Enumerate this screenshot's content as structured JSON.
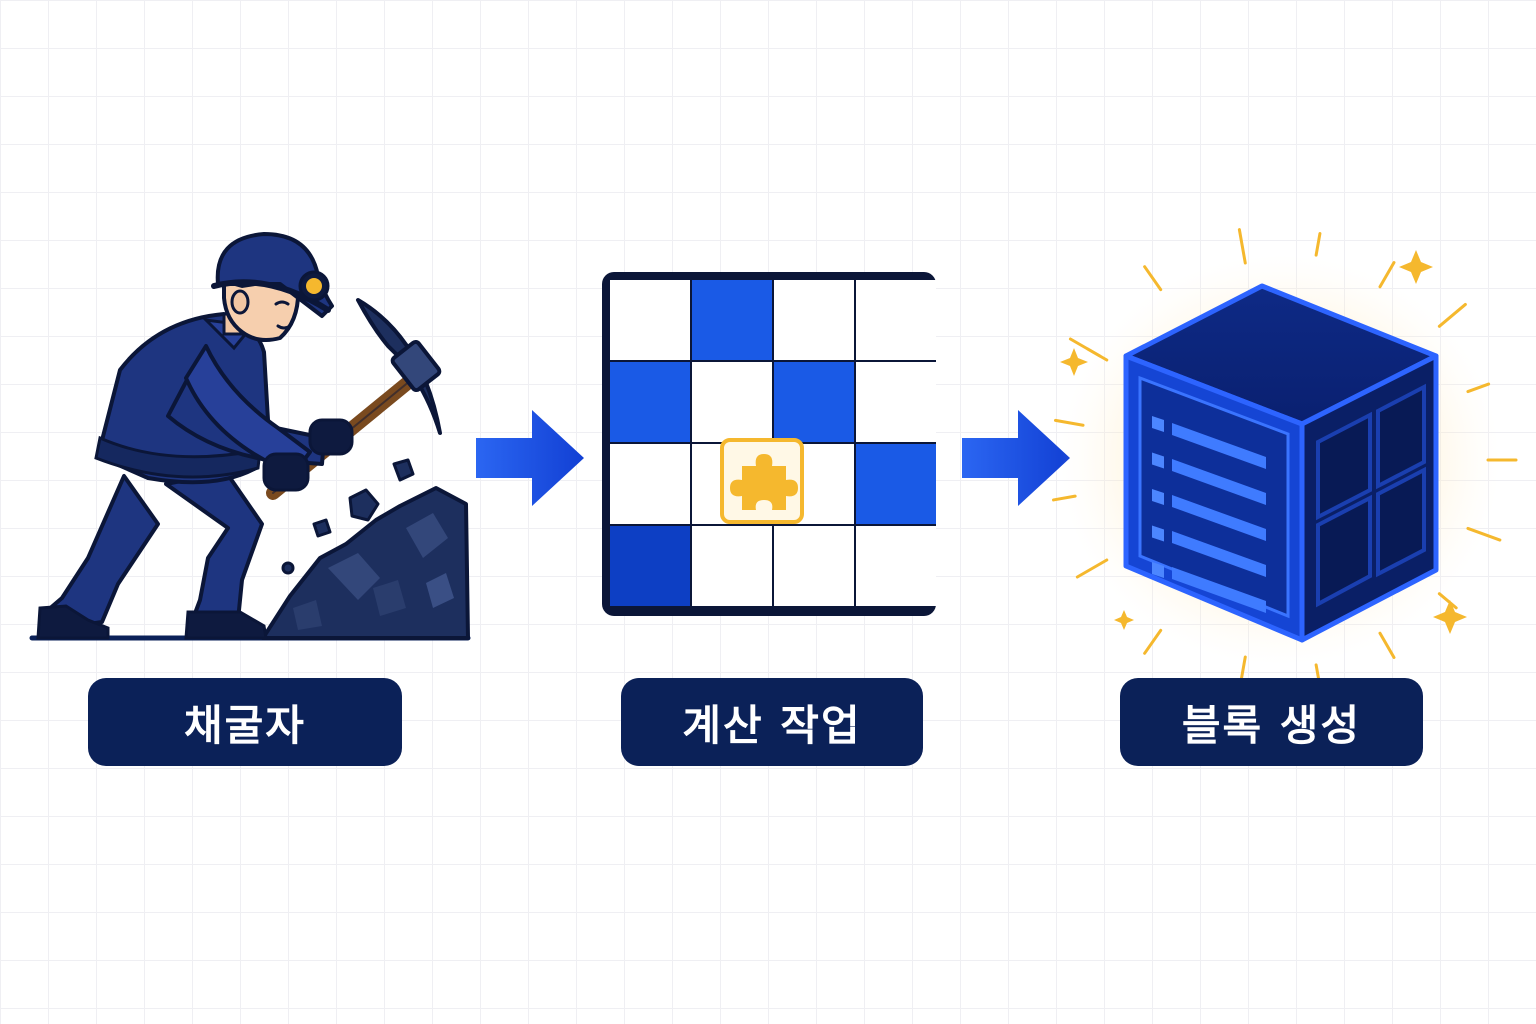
{
  "steps": [
    {
      "label": "채굴자",
      "icon": "miner-with-pickaxe-icon"
    },
    {
      "label": "계산 작업",
      "icon": "puzzle-grid-icon"
    },
    {
      "label": "블록 생성",
      "icon": "glowing-block-cube-icon"
    }
  ],
  "colors": {
    "navy": "#0b2158",
    "blue": "#1350e0",
    "gold": "#f5b82e",
    "background": "#ffffff",
    "grid": "#efeff3"
  }
}
